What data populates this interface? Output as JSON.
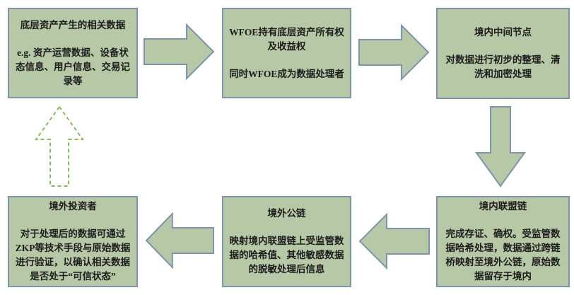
{
  "diagram": {
    "type": "flowchart",
    "background": "#ffffff",
    "colors": {
      "node_fill": "#b6c8a5",
      "node_border": "#7f94ab",
      "arrow_fill": "#b6c8a5",
      "arrow_border": "#7f94ab",
      "dashed_arrow_stroke": "#86bb62",
      "text": "#1c1c1c"
    },
    "nodes": [
      {
        "id": "underlying-asset-data",
        "title": "底层资产产生的相关数据",
        "body": "e.g. 资产运营数据、设备状态信息、用户信息、交易记录等"
      },
      {
        "id": "wfoe",
        "title": "WFOE持有底层资产所有权及收益权",
        "body": "同时WFOE成为数据处理者"
      },
      {
        "id": "domestic-intermediate-node",
        "title": "境内中间节点",
        "body": "对数据进行初步的整理、清洗和加密处理"
      },
      {
        "id": "foreign-investor",
        "title": "境外投资者",
        "body": "对于处理后的数据可通过ZKP等技术手段与原始数据进行验证，以确认相关数据是否处于“可信状态”"
      },
      {
        "id": "foreign-public-chain",
        "title": "境外公链",
        "body": "映射境内联盟链上受监管数据的哈希值、其他敏感数据的脱敏处理后信息"
      },
      {
        "id": "domestic-consortium-chain",
        "title": "境内联盟链",
        "body": "完成存证、确权。受监管数据哈希处理，数据通过跨链桥映射至境外公链，原始数据留存于境内"
      }
    ],
    "edges": [
      {
        "from": "underlying-asset-data",
        "to": "wfoe",
        "style": "solid",
        "direction": "right"
      },
      {
        "from": "wfoe",
        "to": "domestic-intermediate-node",
        "style": "solid",
        "direction": "right"
      },
      {
        "from": "domestic-intermediate-node",
        "to": "domestic-consortium-chain",
        "style": "solid",
        "direction": "down"
      },
      {
        "from": "domestic-consortium-chain",
        "to": "foreign-public-chain",
        "style": "solid",
        "direction": "left"
      },
      {
        "from": "foreign-public-chain",
        "to": "foreign-investor",
        "style": "solid",
        "direction": "left"
      },
      {
        "from": "foreign-investor",
        "to": "underlying-asset-data",
        "style": "dashed",
        "direction": "up"
      }
    ]
  }
}
